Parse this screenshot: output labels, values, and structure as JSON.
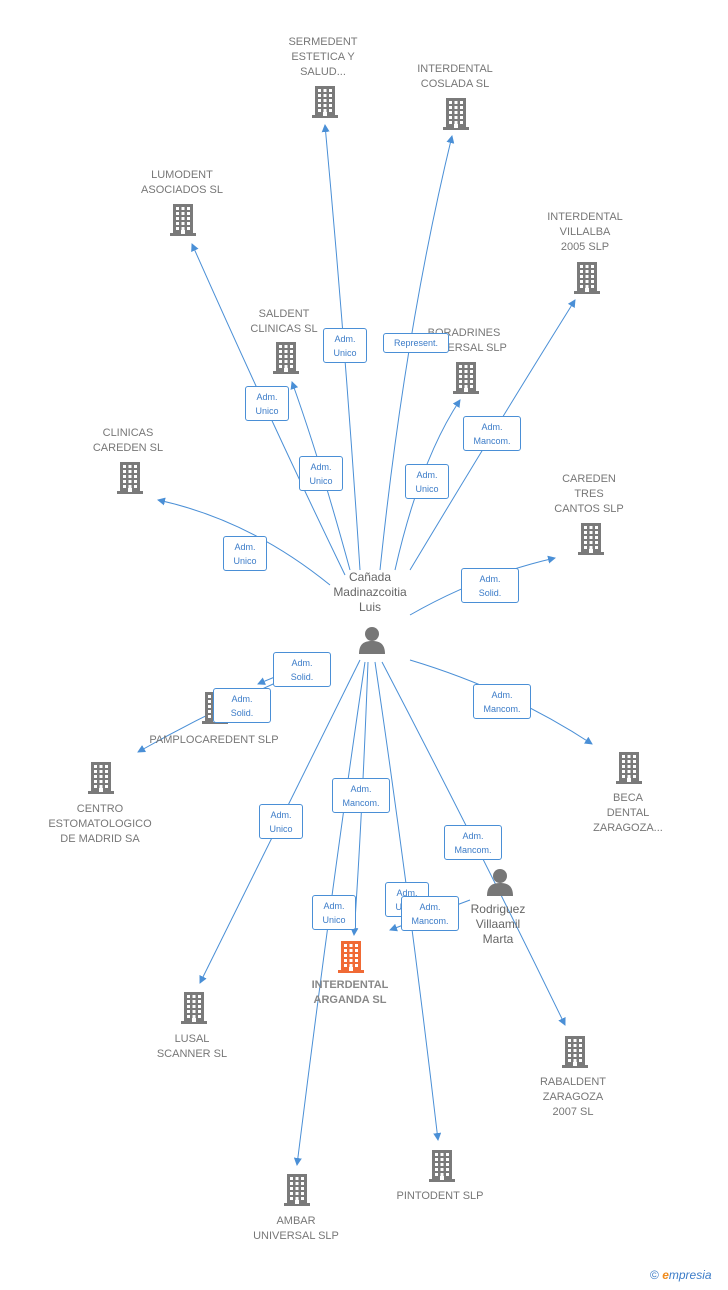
{
  "colors": {
    "edge": "#4a8fd6",
    "building": "#7a7a7a",
    "focus_building": "#f06a35",
    "person": "#777777"
  },
  "center": {
    "name": [
      "Cañada",
      "Madinazcoitia",
      "Luis"
    ]
  },
  "second_person": {
    "name": [
      "Rodriguez",
      "Villaamil",
      "Marta"
    ]
  },
  "focus": {
    "name": [
      "INTERDENTAL",
      "ARGANDA SL"
    ]
  },
  "companies": [
    {
      "id": "sermedent",
      "name": [
        "SERMEDENT",
        "ESTETICA Y",
        "SALUD..."
      ]
    },
    {
      "id": "coslada",
      "name": [
        "INTERDENTAL",
        "COSLADA SL"
      ]
    },
    {
      "id": "lumodent",
      "name": [
        "LUMODENT",
        "ASOCIADOS SL"
      ]
    },
    {
      "id": "villalba",
      "name": [
        "INTERDENTAL",
        "VILLALBA",
        "2005 SLP"
      ]
    },
    {
      "id": "saldent",
      "name": [
        "SALDENT",
        "CLINICAS SL"
      ]
    },
    {
      "id": "boradrines",
      "name": [
        "BORADRINES",
        "UNIVERSAL SLP"
      ]
    },
    {
      "id": "clinicas_careden",
      "name": [
        "CLINICAS",
        "CAREDEN SL"
      ]
    },
    {
      "id": "careden_tres",
      "name": [
        "CAREDEN",
        "TRES",
        "CANTOS SLP"
      ]
    },
    {
      "id": "pamplo",
      "name": [
        "PAMPLOCAREDENT SLP"
      ]
    },
    {
      "id": "centro",
      "name": [
        "CENTRO",
        "ESTOMATOLOGICO",
        "DE MADRID SA"
      ]
    },
    {
      "id": "beca",
      "name": [
        "BECA",
        "DENTAL",
        "ZARAGOZA..."
      ]
    },
    {
      "id": "lusal",
      "name": [
        "LUSAL",
        "SCANNER SL"
      ]
    },
    {
      "id": "rabaldent",
      "name": [
        "RABALDENT",
        "ZARAGOZA",
        "2007 SL"
      ]
    },
    {
      "id": "ambar",
      "name": [
        "AMBAR",
        "UNIVERSAL SLP"
      ]
    },
    {
      "id": "pintodent",
      "name": [
        "PINTODENT SLP"
      ]
    }
  ],
  "relations": [
    {
      "lines": [
        "Adm.",
        "Unico"
      ]
    },
    {
      "lines": [
        "Represent."
      ]
    },
    {
      "lines": [
        "Adm.",
        "Unico"
      ]
    },
    {
      "lines": [
        "Adm.",
        "Mancom."
      ]
    },
    {
      "lines": [
        "Adm.",
        "Unico"
      ]
    },
    {
      "lines": [
        "Adm.",
        "Unico"
      ]
    },
    {
      "lines": [
        "Adm.",
        "Unico"
      ]
    },
    {
      "lines": [
        "Adm.",
        "Solid."
      ]
    },
    {
      "lines": [
        "Adm.",
        "Solid."
      ]
    },
    {
      "lines": [
        "Adm.",
        "Solid."
      ]
    },
    {
      "lines": [
        "Adm.",
        "Mancom."
      ]
    },
    {
      "lines": [
        "Adm.",
        "Unico"
      ]
    },
    {
      "lines": [
        "Adm.",
        "Mancom."
      ]
    },
    {
      "lines": [
        "Adm.",
        "Mancom."
      ]
    },
    {
      "lines": [
        "Adm.",
        "Unico"
      ]
    },
    {
      "lines": [
        "Adm.",
        "Unico"
      ]
    },
    {
      "lines": [
        "Adm.",
        "Mancom."
      ]
    }
  ],
  "footer": {
    "copyright": "©",
    "brand_first": "e",
    "brand_rest": "mpresia"
  }
}
